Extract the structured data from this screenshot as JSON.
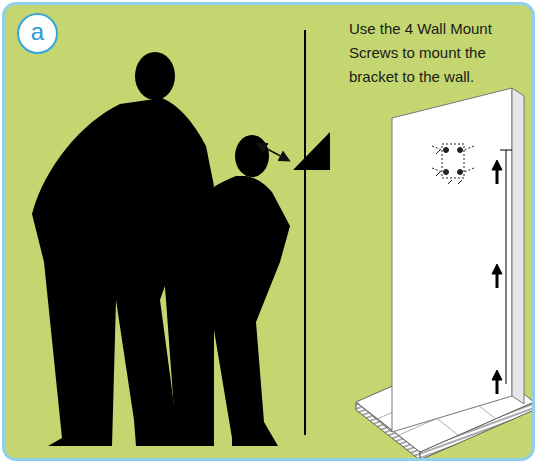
{
  "diagram": {
    "nodes": [
      {
        "text": [
          "Use the 4 Wall Mount Screws to mount the bracket to the wall."
        ]
      },
      {
        "text": [
          "a"
        ],
        "in": 0
      }
    ]
  }
}
